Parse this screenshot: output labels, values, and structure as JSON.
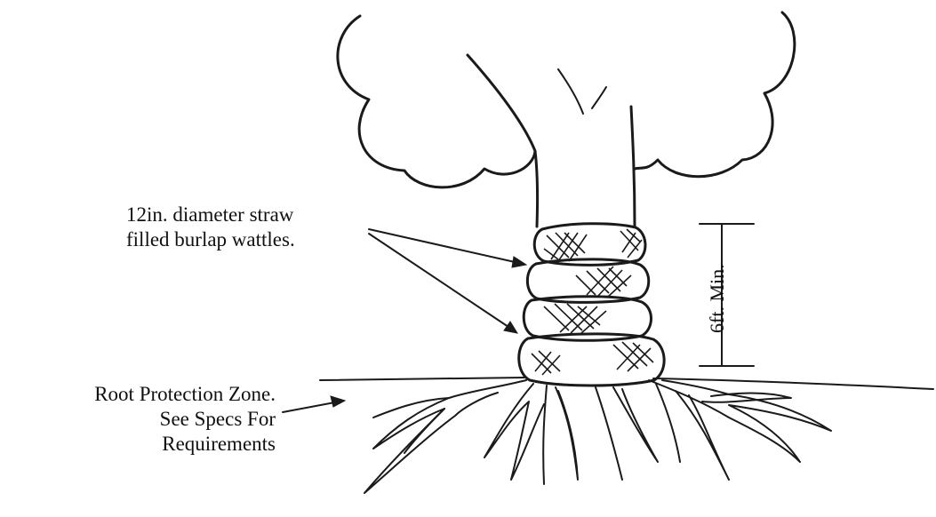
{
  "diagram": {
    "wattle_label": [
      "12in. diameter straw",
      "filled burlap wattles."
    ],
    "root_zone_label": [
      "Root Protection Zone.",
      "See Specs For",
      "Requirements"
    ],
    "height_label": "6ft. Min."
  }
}
